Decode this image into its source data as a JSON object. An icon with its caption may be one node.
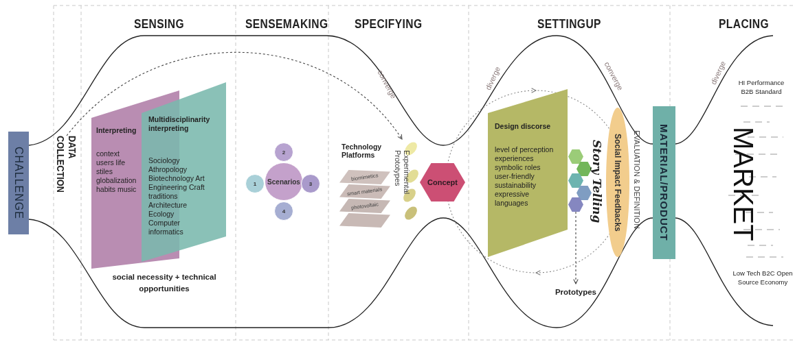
{
  "diagram": {
    "nodes": [
      {
        "text": [
          "CHALLENGE"
        ]
      },
      {
        "text": [
          "DATA COLLECTION"
        ]
      },
      {
        "text": [
          "Interpreting",
          "context users life stiles globalization habits music"
        ]
      },
      {
        "text": [
          "Multidisciplinarity interpreting",
          "Sociology Athropology Biotechnology Art Engineering Craft traditions Architecture Ecology Computer informatics"
        ]
      },
      {
        "text": [
          "2"
        ]
      },
      {
        "text": [
          "1"
        ]
      },
      {
        "text": [
          "Scenarios"
        ]
      },
      {
        "text": [
          "3"
        ]
      },
      {
        "text": [
          "4"
        ]
      },
      {
        "text": [
          "biomimetics"
        ]
      },
      {
        "text": [
          "smart materials"
        ]
      },
      {
        "text": [
          "photovoltaic"
        ]
      },
      {
        "text": [],
        "shape": "box"
      },
      {
        "text": [
          "Experimental Prototypes"
        ]
      },
      {
        "text": [
          "Concept"
        ]
      },
      {
        "text": [
          "Design discorse",
          "level of perception experiences symbolic roles user-friendly sustainability expressive languages"
        ]
      },
      {
        "text": [],
        "shape": "hexagon"
      },
      {
        "text": [],
        "shape": "hexagon"
      },
      {
        "text": [],
        "shape": "hexagon"
      },
      {
        "text": [],
        "shape": "hexagon"
      },
      {
        "text": [],
        "shape": "hexagon"
      },
      {
        "text": [
          "Social Impact Feedbacks"
        ]
      },
      {
        "text": [
          "MATERIAL/PRODUCT"
        ]
      },
      {
        "text": [
          "Prototypes"
        ]
      }
    ],
    "edges": [
      {
        "from": 1,
        "to": 13,
        "arrow": "to",
        "style": "dashed"
      },
      {
        "from": 20,
        "to": 23,
        "arrow": "to",
        "style": "dashed"
      }
    ],
    "labels": [
      "SENSING",
      "SENSEMAKING",
      "SPECIFYING",
      "SETTINGUP",
      "PLACING",
      "converge",
      "diverge",
      "converge",
      "diverge",
      "social necessity + technical opportunities",
      "Technology Platforms",
      "Story Telling",
      "EVALUATION & DEFINITION",
      "HI Performance B2B Standard",
      "MARKET",
      "Low Tech B2C Open Source Economy"
    ]
  }
}
